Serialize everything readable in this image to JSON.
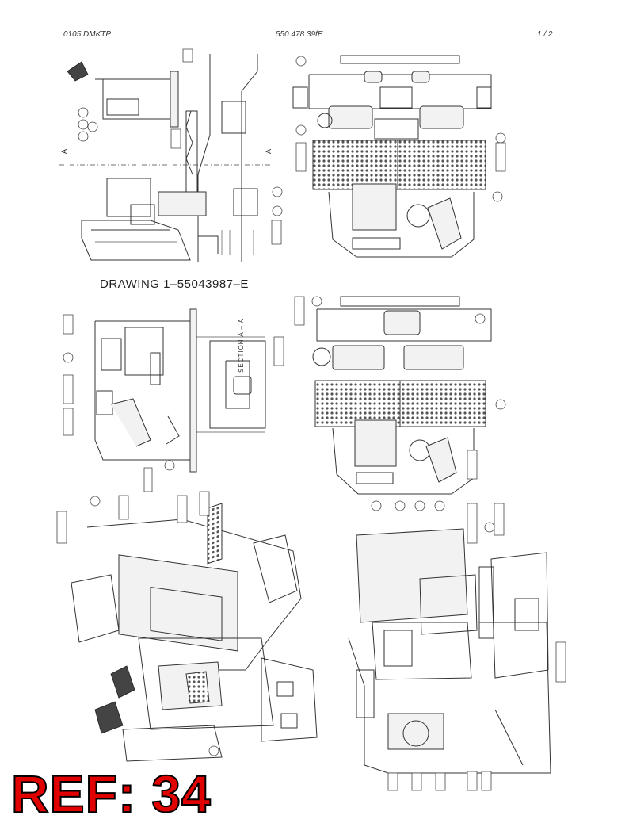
{
  "header": {
    "left": "0105 DMKTP",
    "center": "550 478 39fE",
    "right": "1 /   2"
  },
  "drawing_title": "DRAWING 1–55043987–E",
  "section_label": "SECTION  A – A",
  "section_marker": "A",
  "ref_stamp": "REF: 34"
}
